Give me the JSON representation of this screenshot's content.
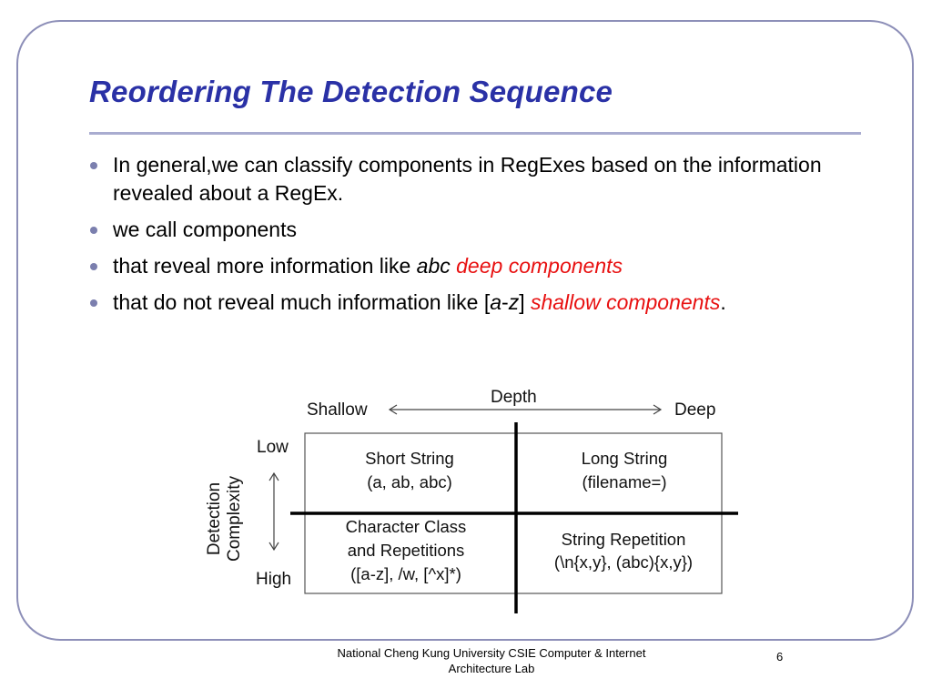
{
  "slide": {
    "title": "Reordering The Detection Sequence",
    "bullets": [
      {
        "text": "In general,we can classify components in RegExes based on the information revealed about a RegEx."
      },
      {
        "text": "we call components"
      },
      {
        "prefix": "that reveal more information like ",
        "code": "abc",
        "highlight": "deep components"
      },
      {
        "prefix": "that do not reveal much information like [",
        "code_a": "a",
        "dash": "-",
        "code_z": "z",
        "bracket_close": "]",
        "highlight": "shallow components",
        "suffix": "."
      }
    ],
    "colors": {
      "title": "#2a31a6",
      "highlight": "#e81010",
      "frame": "#8d8fb8",
      "bullet": "#7b7fae"
    }
  },
  "diagram": {
    "depth_label": "Depth",
    "shallow_label": "Shallow",
    "deep_label": "Deep",
    "low_label": "Low",
    "high_label": "High",
    "vertical_label_line1": "Detection",
    "vertical_label_line2": "Complexity",
    "cells": {
      "top_left_line1": "Short String",
      "top_left_line2": "(a, ab, abc)",
      "top_right_line1": "Long String",
      "top_right_line2": "(filename=)",
      "bottom_left_line1": "Character Class",
      "bottom_left_line2": "and Repetitions",
      "bottom_left_line3": "([a-z], /w, [^x]*)",
      "bottom_right_line1": "String Repetition",
      "bottom_right_line2": "(\\n{x,y}, (abc){x,y})"
    }
  },
  "footer": {
    "line1": "National Cheng Kung University CSIE Computer & Internet",
    "line2": "Architecture Lab",
    "page_number": "6"
  }
}
